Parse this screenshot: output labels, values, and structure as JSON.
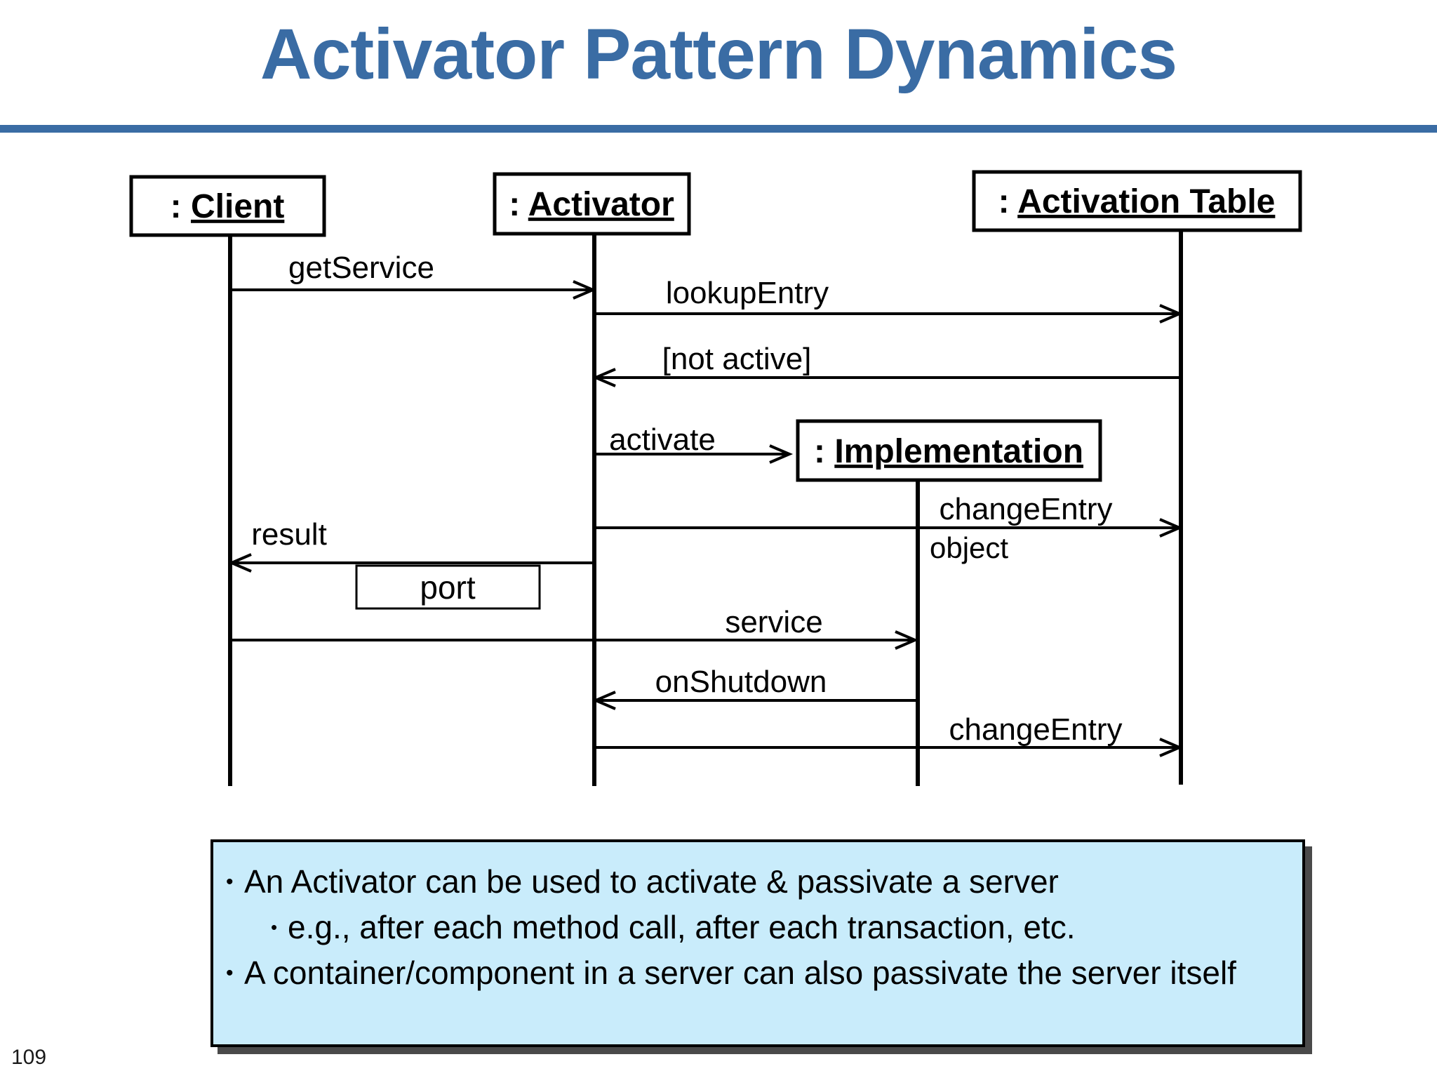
{
  "slide": {
    "title": "Activator Pattern Dynamics",
    "page_number": "109"
  },
  "colors": {
    "accent_blue": "#3A6CA4",
    "note_fill": "#C9ECFB",
    "note_border": "#000000",
    "diagram_ink": "#000000"
  },
  "diagram": {
    "lifelines": {
      "client": {
        "prefix": ": ",
        "name": "Client"
      },
      "activator": {
        "prefix": ": ",
        "name": "Activator"
      },
      "activation_table": {
        "prefix": ": ",
        "name": "Activation Table"
      },
      "implementation": {
        "prefix": ": ",
        "name": "Implementation"
      }
    },
    "messages": {
      "get_service": "getService",
      "lookup_entry": "lookupEntry",
      "not_active": "[not active]",
      "activate": "activate",
      "change_entry_1": "changeEntry",
      "change_entry_arg": "object",
      "result": "result",
      "port": "port",
      "service": "service",
      "on_shutdown": "onShutdown",
      "change_entry_2": "changeEntry"
    }
  },
  "notes": {
    "bullet_char": "•",
    "bullets": [
      {
        "level": 1,
        "text": "An Activator can be used to activate & passivate a server"
      },
      {
        "level": 2,
        "text": "e.g., after each method call, after each transaction, etc."
      },
      {
        "level": 1,
        "text": "A container/component in a server can also passivate the server itself"
      }
    ]
  }
}
